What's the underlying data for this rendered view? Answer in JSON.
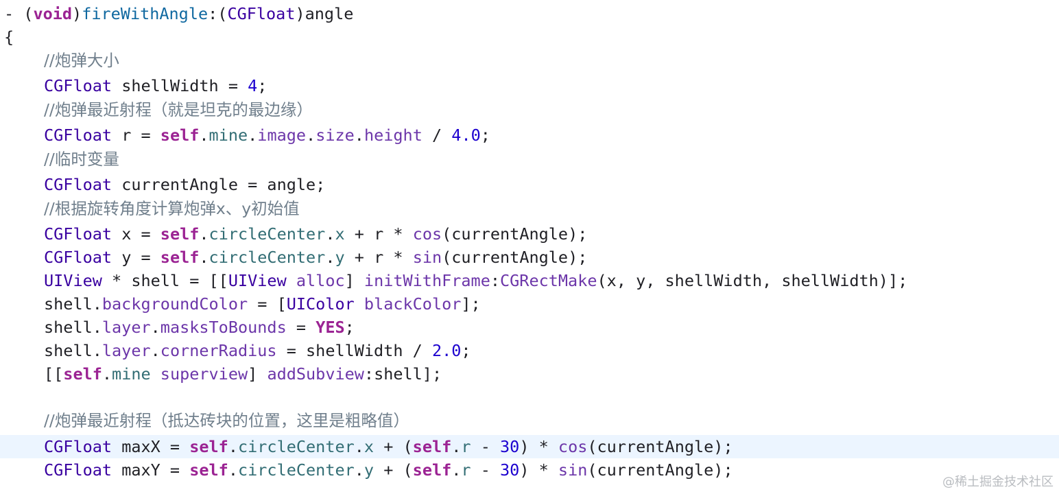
{
  "editor": {
    "language": "Objective-C",
    "theme": "Xcode Default (Light)",
    "highlighted_line_index": 19,
    "lines": [
      {
        "indent": 0,
        "tokens": [
          [
            "plain",
            "- ("
          ],
          [
            "keyword",
            "void"
          ],
          [
            "plain",
            ")"
          ],
          [
            "method",
            "fireWithAngle"
          ],
          [
            "plain",
            ":("
          ],
          [
            "type",
            "CGFloat"
          ],
          [
            "plain",
            ")angle"
          ]
        ]
      },
      {
        "indent": 0,
        "tokens": [
          [
            "plain",
            "{"
          ]
        ]
      },
      {
        "indent": 1,
        "tokens": [
          [
            "comment",
            "//炮弹大小"
          ]
        ]
      },
      {
        "indent": 1,
        "tokens": [
          [
            "type",
            "CGFloat"
          ],
          [
            "plain",
            " shellWidth = "
          ],
          [
            "number",
            "4"
          ],
          [
            "plain",
            ";"
          ]
        ]
      },
      {
        "indent": 1,
        "tokens": [
          [
            "comment",
            "//炮弹最近射程（就是坦克的最边缘）"
          ]
        ]
      },
      {
        "indent": 1,
        "tokens": [
          [
            "type",
            "CGFloat"
          ],
          [
            "plain",
            " r = "
          ],
          [
            "keyword",
            "self"
          ],
          [
            "plain",
            "."
          ],
          [
            "prop",
            "mine"
          ],
          [
            "plain",
            "."
          ],
          [
            "api",
            "image"
          ],
          [
            "plain",
            "."
          ],
          [
            "api",
            "size"
          ],
          [
            "plain",
            "."
          ],
          [
            "api",
            "height"
          ],
          [
            "plain",
            " / "
          ],
          [
            "number",
            "4.0"
          ],
          [
            "plain",
            ";"
          ]
        ]
      },
      {
        "indent": 1,
        "tokens": [
          [
            "comment",
            "//临时变量"
          ]
        ]
      },
      {
        "indent": 1,
        "tokens": [
          [
            "type",
            "CGFloat"
          ],
          [
            "plain",
            " currentAngle = angle;"
          ]
        ]
      },
      {
        "indent": 1,
        "tokens": [
          [
            "comment",
            "//根据旋转角度计算炮弹x、y初始值"
          ]
        ]
      },
      {
        "indent": 1,
        "tokens": [
          [
            "type",
            "CGFloat"
          ],
          [
            "plain",
            " x = "
          ],
          [
            "keyword",
            "self"
          ],
          [
            "plain",
            "."
          ],
          [
            "prop",
            "circleCenter"
          ],
          [
            "plain",
            "."
          ],
          [
            "prop",
            "x"
          ],
          [
            "plain",
            " + r * "
          ],
          [
            "api",
            "cos"
          ],
          [
            "plain",
            "(currentAngle);"
          ]
        ]
      },
      {
        "indent": 1,
        "tokens": [
          [
            "type",
            "CGFloat"
          ],
          [
            "plain",
            " y = "
          ],
          [
            "keyword",
            "self"
          ],
          [
            "plain",
            "."
          ],
          [
            "prop",
            "circleCenter"
          ],
          [
            "plain",
            "."
          ],
          [
            "prop",
            "y"
          ],
          [
            "plain",
            " + r * "
          ],
          [
            "api",
            "sin"
          ],
          [
            "plain",
            "(currentAngle);"
          ]
        ]
      },
      {
        "indent": 1,
        "tokens": [
          [
            "type",
            "UIView"
          ],
          [
            "plain",
            " * shell = [["
          ],
          [
            "type",
            "UIView"
          ],
          [
            "plain",
            " "
          ],
          [
            "api",
            "alloc"
          ],
          [
            "plain",
            "] "
          ],
          [
            "api",
            "initWithFrame"
          ],
          [
            "plain",
            ":"
          ],
          [
            "api",
            "CGRectMake"
          ],
          [
            "plain",
            "(x, y, shellWidth, shellWidth)];"
          ]
        ]
      },
      {
        "indent": 1,
        "tokens": [
          [
            "plain",
            "shell."
          ],
          [
            "api",
            "backgroundColor"
          ],
          [
            "plain",
            " = ["
          ],
          [
            "type",
            "UIColor"
          ],
          [
            "plain",
            " "
          ],
          [
            "api",
            "blackColor"
          ],
          [
            "plain",
            "];"
          ]
        ]
      },
      {
        "indent": 1,
        "tokens": [
          [
            "plain",
            "shell."
          ],
          [
            "api",
            "layer"
          ],
          [
            "plain",
            "."
          ],
          [
            "api",
            "masksToBounds"
          ],
          [
            "plain",
            " = "
          ],
          [
            "keyword",
            "YES"
          ],
          [
            "plain",
            ";"
          ]
        ]
      },
      {
        "indent": 1,
        "tokens": [
          [
            "plain",
            "shell."
          ],
          [
            "api",
            "layer"
          ],
          [
            "plain",
            "."
          ],
          [
            "api",
            "cornerRadius"
          ],
          [
            "plain",
            " = shellWidth / "
          ],
          [
            "number",
            "2.0"
          ],
          [
            "plain",
            ";"
          ]
        ]
      },
      {
        "indent": 1,
        "tokens": [
          [
            "plain",
            "[["
          ],
          [
            "keyword",
            "self"
          ],
          [
            "plain",
            "."
          ],
          [
            "prop",
            "mine"
          ],
          [
            "plain",
            " "
          ],
          [
            "api",
            "superview"
          ],
          [
            "plain",
            "] "
          ],
          [
            "api",
            "addSubview"
          ],
          [
            "plain",
            ":shell];"
          ]
        ]
      },
      {
        "indent": 1,
        "tokens": []
      },
      {
        "indent": 1,
        "tokens": [
          [
            "comment",
            "//炮弹最近射程（抵达砖块的位置，这里是粗略值）"
          ]
        ]
      },
      {
        "indent": 1,
        "tokens": []
      },
      {
        "indent": 1,
        "tokens": [
          [
            "type",
            "CGFloat"
          ],
          [
            "plain",
            " maxX = "
          ],
          [
            "keyword",
            "self"
          ],
          [
            "plain",
            "."
          ],
          [
            "prop",
            "circleCenter"
          ],
          [
            "plain",
            "."
          ],
          [
            "prop",
            "x"
          ],
          [
            "plain",
            " + ("
          ],
          [
            "keyword",
            "self"
          ],
          [
            "plain",
            "."
          ],
          [
            "prop",
            "r"
          ],
          [
            "plain",
            " - "
          ],
          [
            "number",
            "30"
          ],
          [
            "plain",
            ") * "
          ],
          [
            "api",
            "cos"
          ],
          [
            "plain",
            "(currentAngle);"
          ]
        ]
      },
      {
        "indent": 1,
        "tokens": [
          [
            "type",
            "CGFloat"
          ],
          [
            "plain",
            " maxY = "
          ],
          [
            "keyword",
            "self"
          ],
          [
            "plain",
            "."
          ],
          [
            "prop",
            "circleCenter"
          ],
          [
            "plain",
            "."
          ],
          [
            "prop",
            "y"
          ],
          [
            "plain",
            " + ("
          ],
          [
            "keyword",
            "self"
          ],
          [
            "plain",
            "."
          ],
          [
            "prop",
            "r"
          ],
          [
            "plain",
            " - "
          ],
          [
            "number",
            "30"
          ],
          [
            "plain",
            ") * "
          ],
          [
            "api",
            "sin"
          ],
          [
            "plain",
            "(currentAngle);"
          ]
        ]
      }
    ]
  },
  "watermark": "@稀土掘金技术社区"
}
